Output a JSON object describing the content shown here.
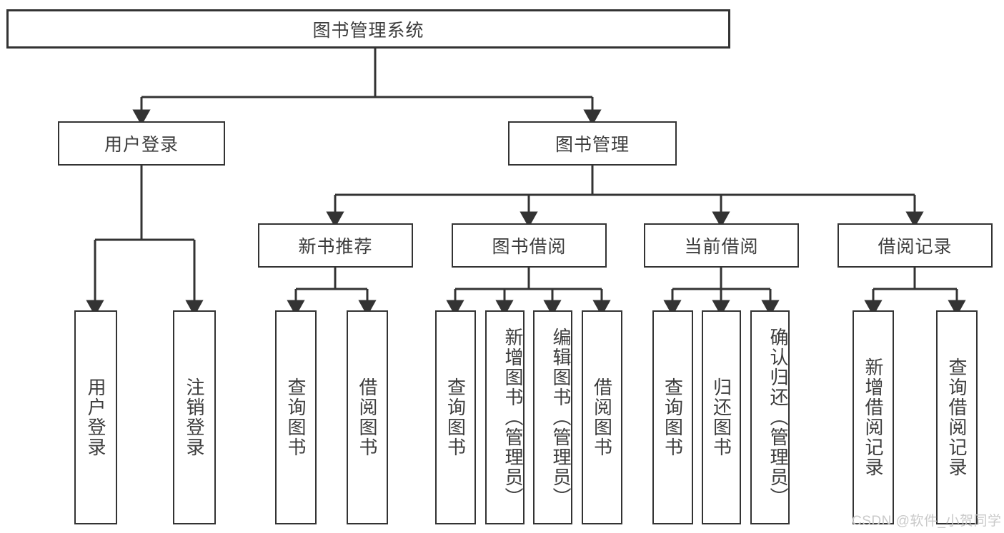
{
  "diagram": {
    "title": "图书管理系统",
    "type": "hierarchy-tree",
    "root": {
      "label": "图书管理系统"
    },
    "level1": [
      {
        "label": "用户登录"
      },
      {
        "label": "图书管理"
      }
    ],
    "level2": [
      {
        "label": "新书推荐"
      },
      {
        "label": "图书借阅"
      },
      {
        "label": "当前借阅"
      },
      {
        "label": "借阅记录"
      }
    ],
    "leaves": {
      "user_login": [
        {
          "label": "用户登录"
        },
        {
          "label": "注销登录"
        }
      ],
      "new_book_recommend": [
        {
          "label": "查询图书"
        },
        {
          "label": "借阅图书"
        }
      ],
      "book_borrow": [
        {
          "label": "查询图书"
        },
        {
          "label": "新增图书（管理员）"
        },
        {
          "label": "编辑图书（管理员）"
        },
        {
          "label": "借阅图书"
        }
      ],
      "current_borrow": [
        {
          "label": "查询图书"
        },
        {
          "label": "归还图书"
        },
        {
          "label": "确认归还（管理员）"
        }
      ],
      "borrow_record": [
        {
          "label": "新增借阅记录"
        },
        {
          "label": "查询借阅记录"
        }
      ]
    },
    "watermark": "CSDN @软件_小贺同学",
    "colors": {
      "stroke": "#333333",
      "text": "#3d3d3d",
      "background": "#ffffff",
      "watermark": "#c9c9c9"
    }
  }
}
